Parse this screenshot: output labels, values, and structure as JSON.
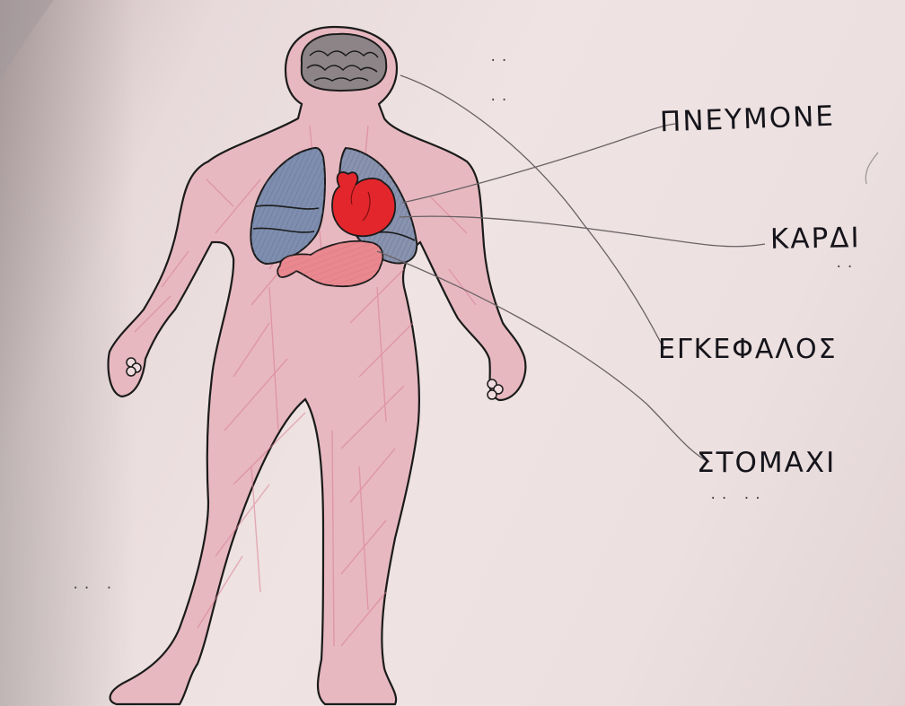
{
  "worksheet": {
    "labels": {
      "lungs": "ΠΝΕΥΜΟΝΕ",
      "heart": "ΚΑΡΔΙ",
      "brain": "ΕΓΚΕΦΑΛΟΣ",
      "stomach": "ΣΤΟΜΑΧΙ"
    }
  },
  "colors": {
    "skin_pencil": "#e6a3b0",
    "lungs_pencil": "#6f84a8",
    "heart_marker": "#e02428",
    "stomach_pencil": "#e07a86",
    "brain_pencil": "#6e6466",
    "ink": "#1a1a1a",
    "connector_pencil": "#6a6266"
  }
}
